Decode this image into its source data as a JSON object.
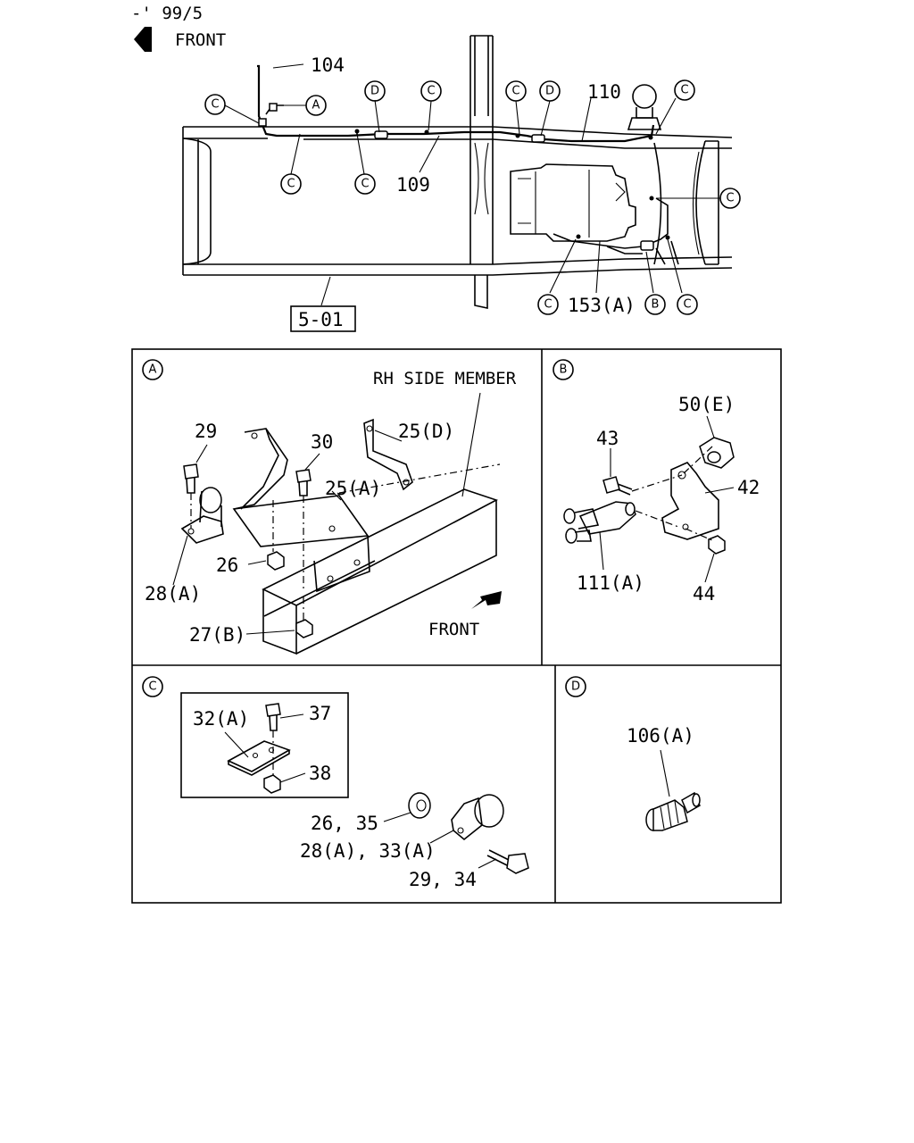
{
  "header": {
    "date_code": "-' 99/5",
    "front_label": "FRONT"
  },
  "overview": {
    "callouts": {
      "p104": "104",
      "p109": "109",
      "p110": "110",
      "p153a": "153(A)",
      "ref_box": "5-01"
    },
    "circle_letters": {
      "a": "A",
      "b": "B",
      "c": "C",
      "d": "D"
    }
  },
  "detail_a": {
    "letter": "A",
    "member_label": "RH SIDE MEMBER",
    "front_label": "FRONT",
    "parts": {
      "p29": "29",
      "p30": "30",
      "p25d": "25(D)",
      "p25a": "25(A)",
      "p26": "26",
      "p28a": "28(A)",
      "p27b": "27(B)"
    }
  },
  "detail_b": {
    "letter": "B",
    "parts": {
      "p50e": "50(E)",
      "p43": "43",
      "p42": "42",
      "p111a": "111(A)",
      "p44": "44"
    }
  },
  "detail_c": {
    "letter": "C",
    "parts": {
      "p32a": "32(A)",
      "p37": "37",
      "p38": "38",
      "p2635": "26, 35",
      "p28a33a": "28(A), 33(A)",
      "p2934": "29, 34"
    }
  },
  "detail_d": {
    "letter": "D",
    "parts": {
      "p106a": "106(A)"
    }
  }
}
